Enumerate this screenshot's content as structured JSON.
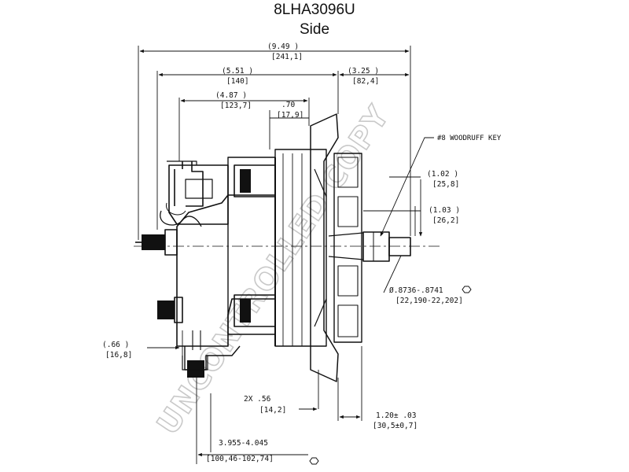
{
  "header": {
    "part_number": "8LHA3096U",
    "view": "Side"
  },
  "watermark": "UNCONTROLLED COPY",
  "dimensions": {
    "overall_in": "(9.49    )",
    "overall_mm": "[241,1]",
    "d551_in": "(5.51    )",
    "d551_mm": "[140]",
    "d325_in": "(3.25    )",
    "d325_mm": "[82,4]",
    "d487_in": "(4.87    )",
    "d487_mm": "[123,7]",
    "d70_in": ".70",
    "d70_mm": "[17,9]",
    "key_label": "#8 WOODRUFF KEY",
    "d102_in": "(1.02    )",
    "d102_mm": "[25,8]",
    "d103_in": "(1.03    )",
    "d103_mm": "[26,2]",
    "shaft_in": "Ø.8736-.8741",
    "shaft_mm": "[22,190-22,202]",
    "d66_in": "(.66    )",
    "d66_mm": "[16,8]",
    "d56_in": "2X  .56",
    "d56_mm": "[14,2]",
    "d120_in": "1.20± .03",
    "d120_mm": "[30,5±0,7]",
    "mount_in": "3.955-4.045",
    "mount_mm": "[100,46-102,74]"
  },
  "colors": {
    "line": "#111111",
    "watermark": "#c9c9c9"
  }
}
